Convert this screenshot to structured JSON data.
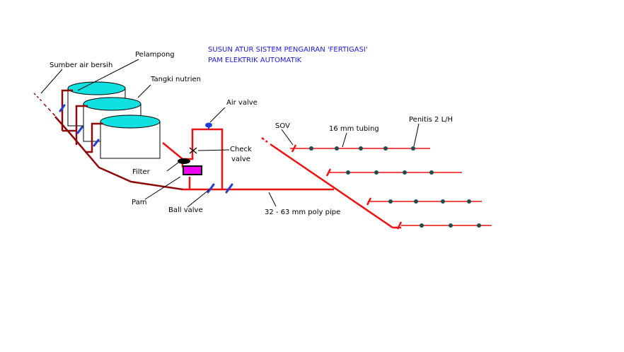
{
  "title": {
    "line1": "SUSUN ATUR SISTEM PENGAIRAN 'FERTIGASI'",
    "line2": "PAM ELEKTRIK AUTOMATIK"
  },
  "labels": {
    "sumber_air": "Sumber air bersih",
    "pelampong": "Pelampong",
    "tangki": "Tangki nutrien",
    "air_valve": "Air valve",
    "check_valve_1": "Check",
    "check_valve_2": "valve",
    "filter": "Filter",
    "pam": "Pam",
    "ball_valve": "Ball valve",
    "poly_pipe": "32 - 63 mm poly pipe",
    "sov": "SOV",
    "tubing": "16 mm tubing",
    "penitis": "Penitis 2 L/H"
  },
  "colors": {
    "pipe": "#ee1111",
    "pipe_dark": "#8b0b0b",
    "valve": "#1f3fd6",
    "tank_top": "#11e0e0",
    "pump": "#ee00ee",
    "emitter": "#1d4f4f",
    "title": "#1a1adc"
  }
}
